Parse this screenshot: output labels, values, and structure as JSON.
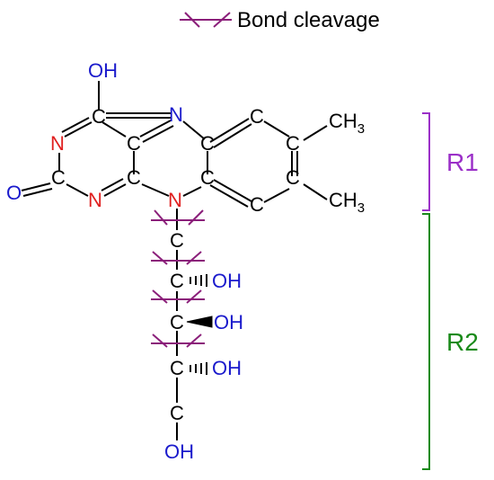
{
  "legend": {
    "label": "Bond cleavage"
  },
  "regions": [
    {
      "label": "R1",
      "color": "#9b30c8"
    },
    {
      "label": "R2",
      "color": "#1a8a1a"
    }
  ],
  "atom_colors": {
    "carbon": "#000000",
    "nitrogen": "#e02020",
    "oxygen": "#1a1acc",
    "cleavage": "#8b1f7a"
  },
  "atoms": {
    "oh_top": "OH",
    "c4": "C",
    "n5": "N",
    "n3": "N",
    "c4a": "C",
    "c5a": "C",
    "c6": "C",
    "c7": "C",
    "ch3_top_c": "CH",
    "ch3_top_n": "3",
    "c2": "C",
    "o2": "O",
    "n1": "N",
    "c10a": "C",
    "n10": "N",
    "c9a": "C",
    "c9": "C",
    "c8": "C",
    "ch3_bot_c": "CH",
    "ch3_bot_n": "3",
    "c1p": "C",
    "c2p": "C",
    "oh2p": "OH",
    "c3p": "C",
    "oh3p": "OH",
    "c4p": "C",
    "oh4p": "OH",
    "c5p": "C",
    "oh5p": "OH"
  }
}
